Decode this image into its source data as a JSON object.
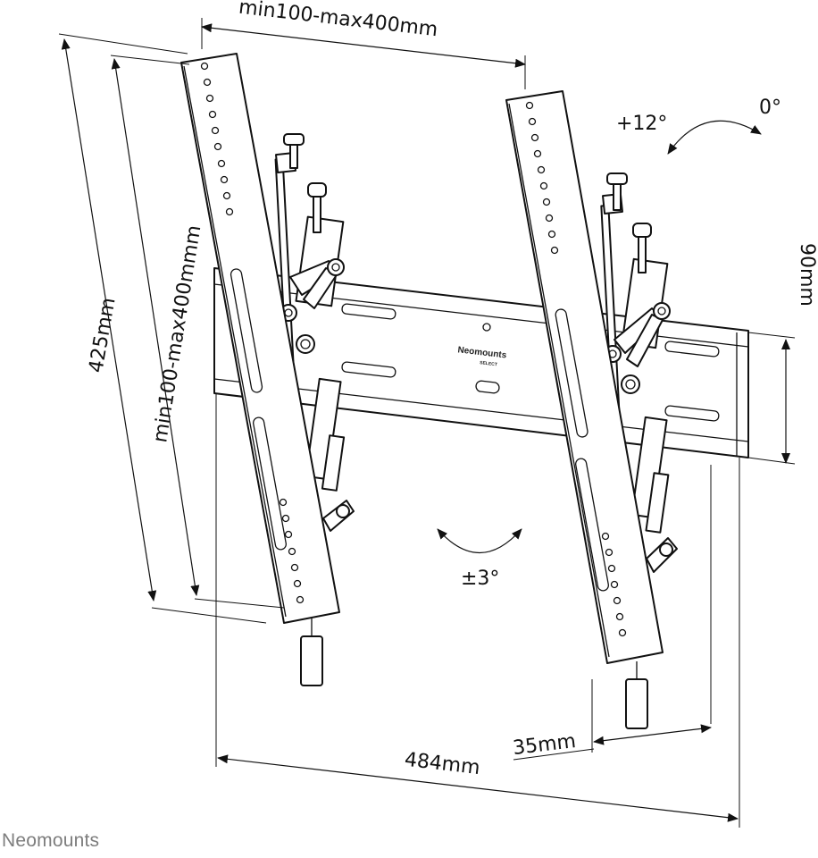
{
  "brand": {
    "footer_logo": "Neomounts",
    "plate_logo": "Neomounts",
    "plate_sub": "SELECT"
  },
  "dimensions": {
    "vesa_horizontal": "min100-max400mm",
    "vesa_vertical": "min100-max400mmm",
    "height": "425mm",
    "rail_height": "90mm",
    "width": "484mm",
    "offset": "35mm"
  },
  "angles": {
    "tilt_forward": "+12°",
    "tilt_neutral": "0°",
    "swivel": "±3°"
  },
  "colors": {
    "line": "#111111",
    "footer_text": "#7d7d7d",
    "background": "#ffffff"
  }
}
